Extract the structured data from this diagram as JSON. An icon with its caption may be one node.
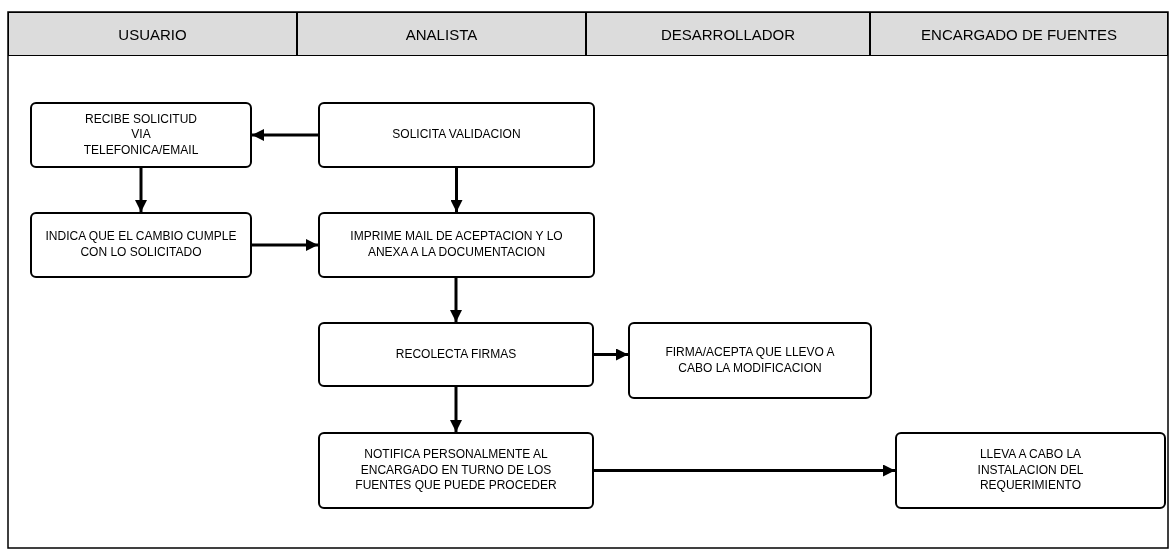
{
  "diagram": {
    "nodes": [
      {
        "text": [
          "USUARIO"
        ]
      },
      {
        "text": [
          "ANALISTA"
        ]
      },
      {
        "text": [
          "DESARROLLADOR"
        ]
      },
      {
        "text": [
          "ENCARGADO DE FUENTES"
        ]
      },
      {
        "text": [
          "RECIBE SOLICITUD VIA TELEFONICA/EMAIL"
        ]
      },
      {
        "text": [
          "SOLICITA VALIDACION"
        ]
      },
      {
        "text": [
          "INDICA QUE EL CAMBIO CUMPLE CON LO SOLICITADO"
        ]
      },
      {
        "text": [
          "IMPRIME MAIL DE ACEPTACION Y LO ANEXA A LA DOCUMENTACION"
        ]
      },
      {
        "text": [
          "RECOLECTA FIRMAS"
        ]
      },
      {
        "text": [
          "FIRMA/ACEPTA QUE LLEVO A CABO LA MODIFICACION"
        ]
      },
      {
        "text": [
          "NOTIFICA PERSONALMENTE AL ENCARGADO EN TURNO DE LOS FUENTES QUE PUEDE PROCEDER"
        ]
      },
      {
        "text": [
          "LLEVA A CABO LA INSTALACION DEL REQUERIMIENTO"
        ]
      }
    ],
    "edges": [
      {
        "from": 5,
        "to": 4,
        "arrow": "to"
      },
      {
        "from": 4,
        "to": 6,
        "arrow": "to"
      },
      {
        "from": 5,
        "to": 7,
        "arrow": "to"
      },
      {
        "from": 6,
        "to": 7,
        "arrow": "to"
      },
      {
        "from": 7,
        "to": 8,
        "arrow": "to"
      },
      {
        "from": 8,
        "to": 9,
        "arrow": "to"
      },
      {
        "from": 8,
        "to": 10,
        "arrow": "to"
      },
      {
        "from": 10,
        "to": 11,
        "arrow": "to"
      }
    ]
  }
}
